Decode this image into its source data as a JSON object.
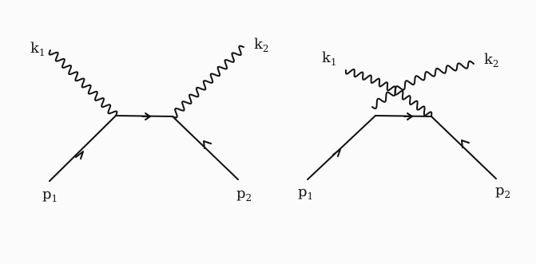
{
  "diagrams": [
    {
      "labels": {
        "k1": "k",
        "k1_sub": "1",
        "k2": "k",
        "k2_sub": "2",
        "p1": "p",
        "p1_sub": "1",
        "p2": "p",
        "p2_sub": "2"
      }
    },
    {
      "labels": {
        "k1": "k",
        "k1_sub": "1",
        "k2": "k",
        "k2_sub": "2",
        "p1": "p",
        "p1_sub": "1",
        "p2": "p",
        "p2_sub": "2"
      }
    }
  ]
}
